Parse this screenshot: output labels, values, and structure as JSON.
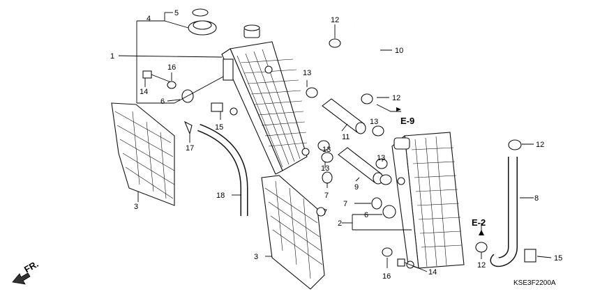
{
  "callouts": {
    "c1": "1",
    "c2": "2",
    "c3a": "3",
    "c3b": "3",
    "c4": "4",
    "c5": "5",
    "c6a": "6",
    "c6b": "6",
    "c7a": "7",
    "c7b": "7",
    "c7c": "7",
    "c8": "8",
    "c9": "9",
    "c10": "10",
    "c11": "11",
    "c12a": "12",
    "c12b": "12",
    "c12c": "12",
    "c12d": "12",
    "c13a": "13",
    "c13b": "13",
    "c13c": "13",
    "c13d": "13",
    "c13e": "13",
    "c14a": "14",
    "c14b": "14",
    "c15a": "15",
    "c15b": "15",
    "c16a": "16",
    "c16b": "16",
    "c17": "17",
    "c18": "18"
  },
  "references": {
    "e9": "E-9",
    "e2": "E-2"
  },
  "direction_label": "FR.",
  "diagram_code": "KSE3F2200A"
}
